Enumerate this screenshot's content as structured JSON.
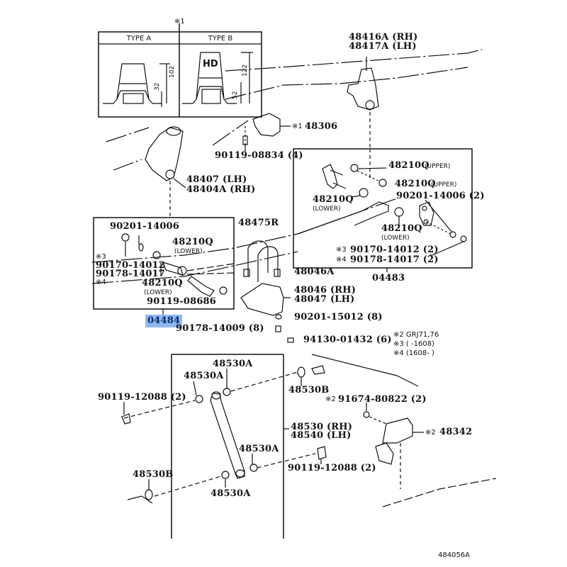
{
  "diagram": {
    "id": "484056A",
    "highlighted_part": "04484",
    "inset": {
      "marker": "※1",
      "type_a": {
        "title": "TYPE A",
        "dim_total": "102",
        "dim_lower": "32"
      },
      "type_b": {
        "title": "TYPE B",
        "badge": "HD",
        "dim_total": "122",
        "dim_lower": "52"
      }
    },
    "parts": {
      "p48416A": "48416A (RH)",
      "p48417A": "48417A (LH)",
      "p48306_mark": "※1",
      "p48306": "48306",
      "p90119_08834": "90119-08834 (4)",
      "p48407": "48407  (LH)",
      "p48404A": "48404A (RH)",
      "kit04483": {
        "upper1": "48210Q",
        "upper1_note": "(UPPER)",
        "upper2": "48210Q",
        "upper2_note": "(UPPER)",
        "lower1": "48210Q",
        "lower1_note": "(LOWER)",
        "nut": "90201-14006 (2)",
        "lower2": "48210Q",
        "lower2_note": "(LOWER)",
        "m3": "※3",
        "bolt3": "90170-14012 (2)",
        "m4": "※4",
        "bolt4": "90178-14017 (2)",
        "kit_no": "04483"
      },
      "kit04484": {
        "nut": "90201-14006",
        "lower1": "48210Q",
        "lower1_note": "(LOWER)",
        "m3": "※3",
        "bolt3": "90170-14012",
        "bolt4": "90178-14017",
        "m4": "※4",
        "lower2": "48210Q",
        "lower2_note": "(LOWER)",
        "bolt": "90119-08686",
        "kit_no": "04484"
      },
      "p48475R": "48475R",
      "p48046A": "48046A",
      "p48046": "48046 (RH)",
      "p48047": "48047 (LH)",
      "p90201_15012": "90201-15012 (8)",
      "p90178_14009": "90178-14009 (8)",
      "p94130_01432": "94130-01432 (6)",
      "notes": [
        "※2 GRJ71,76",
        "※3 (      -1608)",
        "※4 (1608-      )"
      ],
      "shock": {
        "a_top": "48530A",
        "a_left": "48530A",
        "b_top": "48530B",
        "bolt_left": "90119-12088 (2)",
        "bolt_right": "90119-12088 (2)",
        "m2a": "※2",
        "bolt_bracket": "91674-80822 (2)",
        "rh": "48530 (RH)",
        "lh": "48540 (LH)",
        "m2b": "※2",
        "bracket": "48342",
        "a_mid": "48530A",
        "b_bottom": "48530B",
        "a_bottom": "48530A"
      }
    }
  }
}
